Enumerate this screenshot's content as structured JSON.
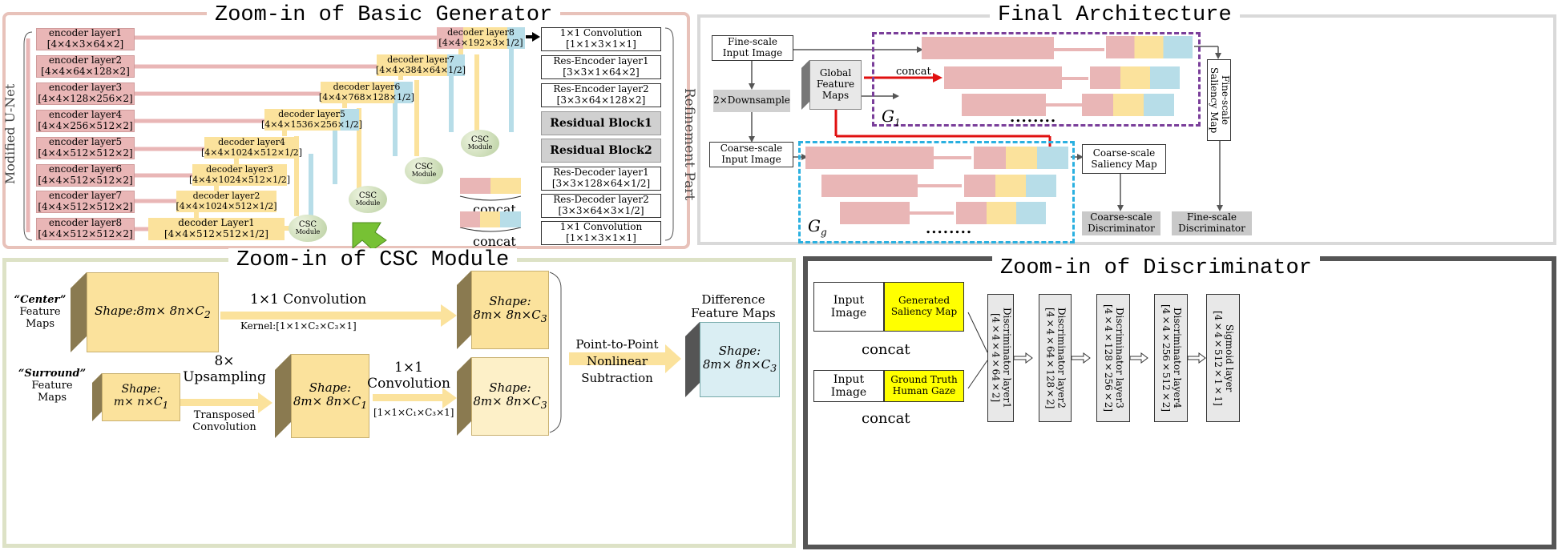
{
  "basic_generator": {
    "title": "Zoom-in of Basic Generator",
    "side_left": "Modified U-Net",
    "side_right": "Refinement Part",
    "encoders": [
      {
        "name": "encoder layer1",
        "dims": "[4×4×3×64×2]"
      },
      {
        "name": "encoder layer2",
        "dims": "[4×4×64×128×2]"
      },
      {
        "name": "encoder layer3",
        "dims": "[4×4×128×256×2]"
      },
      {
        "name": "encoder layer4",
        "dims": "[4×4×256×512×2]"
      },
      {
        "name": "encoder layer5",
        "dims": "[4×4×512×512×2]"
      },
      {
        "name": "encoder layer6",
        "dims": "[4×4×512×512×2]"
      },
      {
        "name": "encoder layer7",
        "dims": "[4×4×512×512×2]"
      },
      {
        "name": "encoder layer8",
        "dims": "[4×4×512×512×2]"
      }
    ],
    "decoders": [
      {
        "name": "decoder layer8",
        "dims": "[4×4×192×3×1/2]"
      },
      {
        "name": "decoder layer7",
        "dims": "[4×4×384×64×1/2]"
      },
      {
        "name": "decoder layer6",
        "dims": "[4×4×768×128×1/2]"
      },
      {
        "name": "decoder layer5",
        "dims": "[4×4×1536×256×1/2]"
      },
      {
        "name": "decoder layer4",
        "dims": "[4×4×1024×512×1/2]"
      },
      {
        "name": "decoder layer3",
        "dims": "[4×4×1024×512×1/2]"
      },
      {
        "name": "decoder layer2",
        "dims": "[4×4×1024×512×1/2]"
      },
      {
        "name": "decoder Layer1",
        "dims": "[4×4×512×512×1/2]"
      }
    ],
    "csc_label_top": "CSC",
    "csc_label_bottom": "Module",
    "refinement": [
      {
        "name": "1×1 Convolution",
        "dims": "[1×1×3×1×1]"
      },
      {
        "name": "Res-Encoder layer1",
        "dims": "[3×3×1×64×2]"
      },
      {
        "name": "Res-Encoder layer2",
        "dims": "[3×3×64×128×2]"
      },
      {
        "name": "Residual Block1",
        "dims": ""
      },
      {
        "name": "Residual Block2",
        "dims": ""
      },
      {
        "name": "Res-Decoder layer1",
        "dims": "[3×3×128×64×1/2]"
      },
      {
        "name": "Res-Decoder layer2",
        "dims": "[3×3×64×3×1/2]"
      },
      {
        "name": "1×1 Convolution",
        "dims": "[1×1×3×1×1]"
      }
    ],
    "concat": "concat"
  },
  "final_architecture": {
    "title": "Final Architecture",
    "fine_input": [
      "Fine-scale",
      "Input Image"
    ],
    "downsample": "2×Downsample",
    "coarse_input": [
      "Coarse-scale",
      "Input Image"
    ],
    "global_maps": [
      "Global",
      "Feature",
      "Maps"
    ],
    "concat": "concat",
    "g1": "G",
    "g1_sub": "1",
    "gg": "G",
    "gg_sub": "g",
    "dots": "........",
    "fine_saliency": "Fine-scale Saliency Map",
    "coarse_saliency": [
      "Coarse-scale",
      "Saliency Map"
    ],
    "coarse_disc": [
      "Coarse-scale",
      "Discriminator"
    ],
    "fine_disc": [
      "Fine-scale",
      "Discriminator"
    ]
  },
  "csc_module": {
    "title": "Zoom-in of CSC Module",
    "center_label": [
      "“Center”",
      "Feature",
      "Maps"
    ],
    "surround_label": [
      "“Surround”",
      "Feature",
      "Maps"
    ],
    "shape_center": [
      "Shape:8m× 8n×C",
      "2"
    ],
    "shape_surround": [
      "Shape:",
      "m× n×C",
      "1"
    ],
    "shape_up": [
      "Shape:",
      "8m× 8n×C",
      "1"
    ],
    "shape_out1": [
      "Shape:",
      "8m× 8n×C",
      "3"
    ],
    "shape_out2": [
      "Shape:",
      "8m× 8n×C",
      "3"
    ],
    "shape_diff": [
      "Shape:",
      "8m× 8n×C",
      "3"
    ],
    "conv_top": "1×1  Convolution",
    "kernel_top": "Kernel:[1×1×C₂×C₃×1]",
    "upsample": [
      "8×",
      "Upsampling"
    ],
    "transposed": [
      "Transposed",
      "Convolution"
    ],
    "conv_bottom": [
      "1×1",
      "Convolution"
    ],
    "kernel_bottom": "[1×1×C₁×C₃×1]",
    "subtraction": [
      "Point-to-Point",
      "Nonlinear",
      "Subtraction"
    ],
    "diff_label": [
      "Difference",
      "Feature Maps"
    ]
  },
  "discriminator": {
    "title": "Zoom-in of Discriminator",
    "input_image": [
      "Input",
      "Image"
    ],
    "generated": [
      "Generated",
      "Saliency Map"
    ],
    "ground_truth": [
      "Ground Truth",
      "Human Gaze"
    ],
    "concat": "concat",
    "layers": [
      {
        "name": "Discriminator layer1",
        "dims": "[4×4×4×64×2]"
      },
      {
        "name": "Discriminator layer2",
        "dims": "[4×4×64×128×2]"
      },
      {
        "name": "Discriminator layer3",
        "dims": "[4×4×128×256×2]"
      },
      {
        "name": "Discriminator layer4",
        "dims": "[4×4×256×512×2]"
      },
      {
        "name": "Sigmoid layer",
        "dims": "[4×4×512×1×1]"
      }
    ]
  },
  "colors": {
    "encoder": "#e9b6b6",
    "decoder": "#fbe29c",
    "blue": "#b7dde8",
    "panel1": "#e8c2ba",
    "panel2": "#d9d9d9",
    "panel3": "#dde2c6",
    "panel4": "#555555",
    "red": "#e01010",
    "purple": "#7a3e9a",
    "cyan": "#2ab0e0"
  }
}
